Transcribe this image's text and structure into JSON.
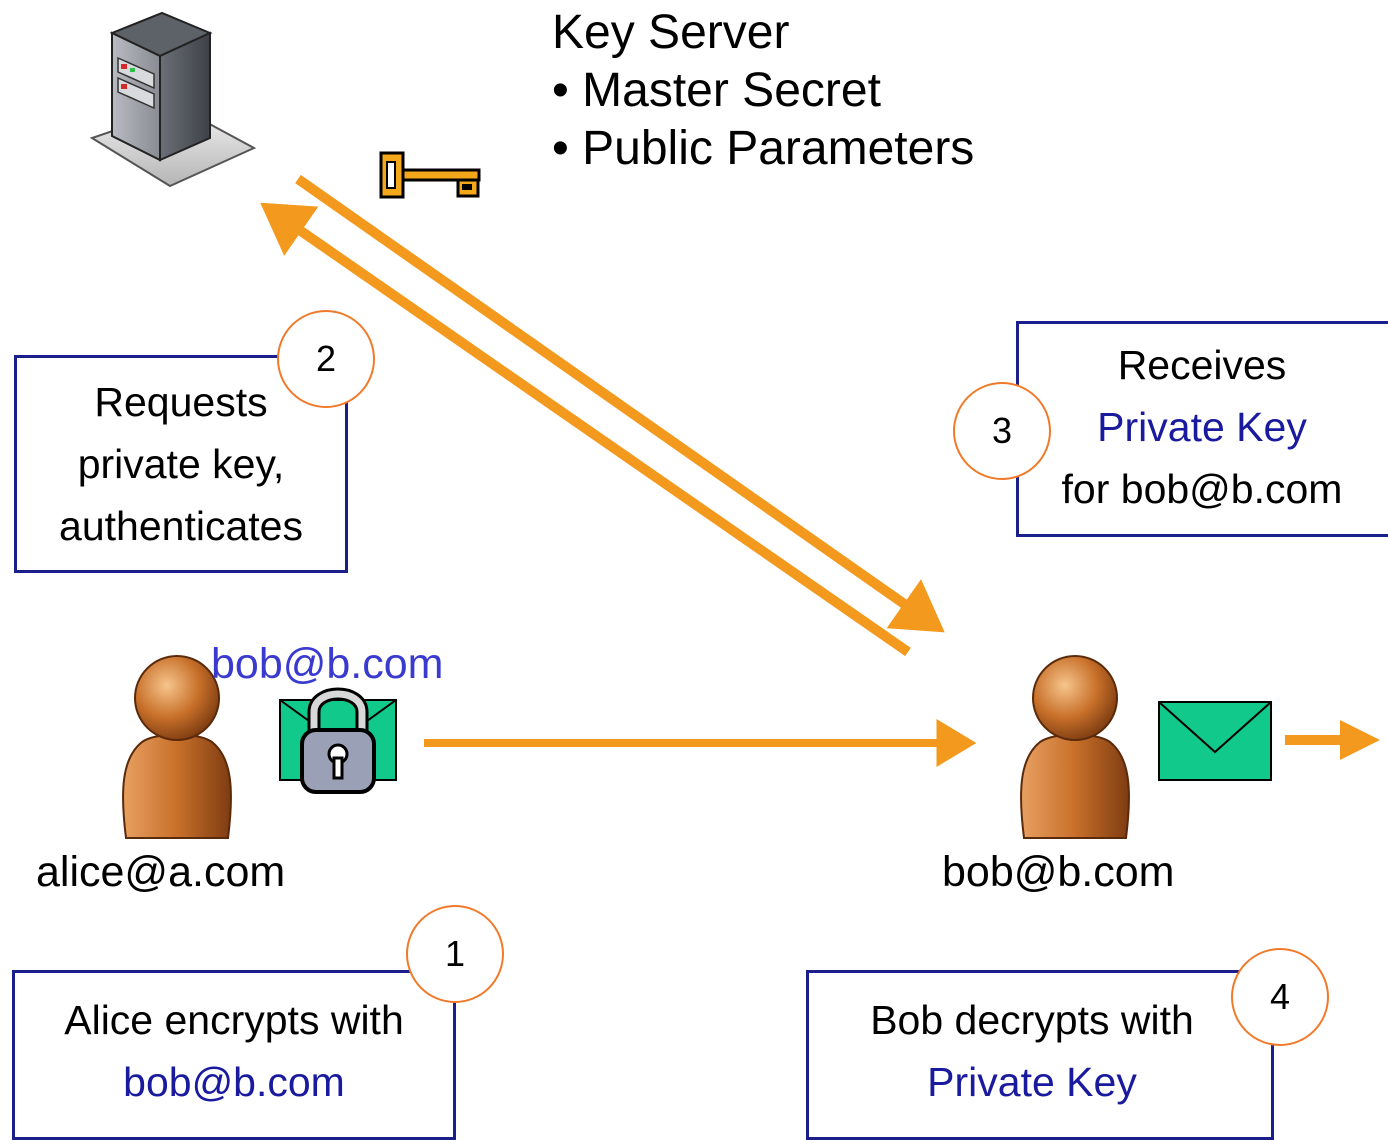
{
  "server": {
    "title": "Key Server",
    "bullets": [
      "• Master Secret",
      "• Public Parameters"
    ]
  },
  "steps": {
    "one": {
      "number": "1",
      "line1": "Alice encrypts with",
      "line2": "bob@b.com"
    },
    "two": {
      "number": "2",
      "line1": "Requests",
      "line2": "private key,",
      "line3": "authenticates"
    },
    "three": {
      "number": "3",
      "line1": "Receives",
      "line2": "Private Key",
      "line3": "for bob@b.com"
    },
    "four": {
      "number": "4",
      "line1": "Bob decrypts with",
      "line2": "Private Key"
    }
  },
  "alice": {
    "label": "alice@a.com",
    "envelope_address": "bob@b.com"
  },
  "bob": {
    "label": "bob@b.com"
  },
  "colors": {
    "arrow": "#f39a1e",
    "box_border": "#1a1f8c",
    "circle_border": "#f07a2a",
    "envelope": "#12c98c",
    "person": "#c8702a",
    "key": "#f2a81a"
  },
  "icons": [
    "server-icon",
    "key-icon",
    "person-icon",
    "locked-envelope-icon",
    "envelope-icon",
    "padlock-icon"
  ]
}
